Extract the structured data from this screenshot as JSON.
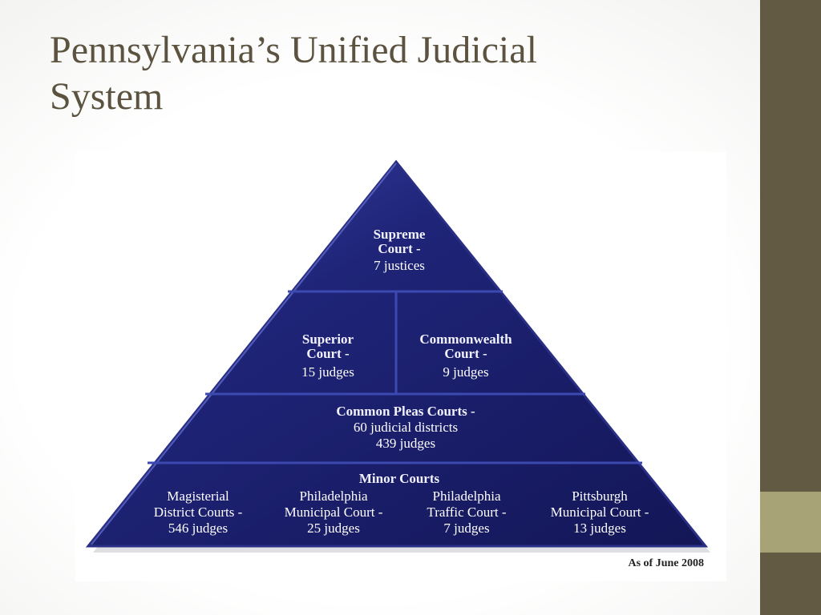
{
  "slide": {
    "title_line1": "Pennsylvania’s Unified Judicial",
    "title_line2": "System"
  },
  "pyramid": {
    "supreme": {
      "line1": "Supreme",
      "line2": "Court -",
      "line3": "7 justices"
    },
    "superior": {
      "line1": "Superior",
      "line2": "Court -",
      "line3": "15 judges"
    },
    "commonwealth": {
      "line1": "Commonwealth",
      "line2": "Court -",
      "line3": "9 judges"
    },
    "common_pleas": {
      "line1": "Common Pleas Courts -",
      "line2": "60 judicial districts",
      "line3": "439 judges"
    },
    "minor": {
      "heading": "Minor Courts",
      "courts": [
        {
          "line1": "Magisterial",
          "line2": "District Courts -",
          "line3": "546 judges"
        },
        {
          "line1": "Philadelphia",
          "line2": "Municipal Court -",
          "line3": "25 judges"
        },
        {
          "line1": "Philadelphia",
          "line2": "Traffic Court -",
          "line3": "7 judges"
        },
        {
          "line1": "Pittsburgh",
          "line2": "Municipal Court -",
          "line3": "13 judges"
        }
      ]
    },
    "as_of": "As of June 2008"
  },
  "colors": {
    "pyramid_fill": "#1b1f6e",
    "pyramid_edge": "#3a45a8",
    "divider": "#3c49b0",
    "sidebar": "#625a43",
    "sidebar_accent": "#a8a377",
    "title": "#5b533f"
  }
}
